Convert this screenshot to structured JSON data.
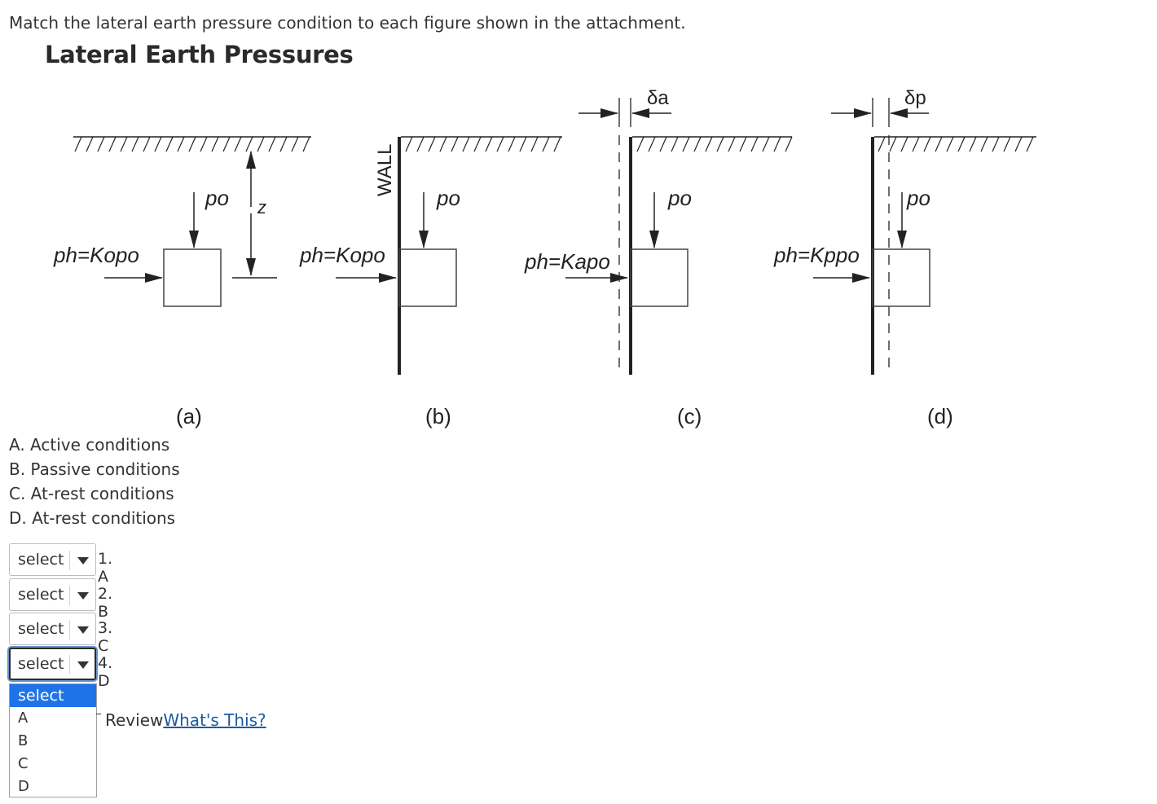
{
  "question": "Match the lateral earth pressure condition to each figure shown in the attachment.",
  "figure": {
    "title": "Lateral Earth Pressures",
    "labels": {
      "po": "po",
      "z": "z",
      "wall": "WALL",
      "delta_a": "δa",
      "delta_p": "δp",
      "eq_a": "ph=Kopo",
      "eq_b": "ph=Kopo",
      "eq_c": "ph=Kapo",
      "eq_d": "ph=Kppo",
      "cap_a": "(a)",
      "cap_b": "(b)",
      "cap_c": "(c)",
      "cap_d": "(d)"
    }
  },
  "options": [
    "A. Active conditions",
    "B. Passive conditions",
    "C. At-rest conditions",
    "D. At-rest conditions"
  ],
  "matches": [
    {
      "select_value": "select",
      "label": "1. A"
    },
    {
      "select_value": "select",
      "label": "2. B"
    },
    {
      "select_value": "select",
      "label": "3. C"
    },
    {
      "select_value": "select",
      "label": "4. D"
    }
  ],
  "dropdown_items": [
    "select",
    "A",
    "B",
    "C",
    "D"
  ],
  "review": {
    "text": "Review",
    "link": "What's This?"
  },
  "colors": {
    "accent": "#1e73e8",
    "link": "#1a5aa6",
    "focus_ring": "#6d8fc9"
  }
}
